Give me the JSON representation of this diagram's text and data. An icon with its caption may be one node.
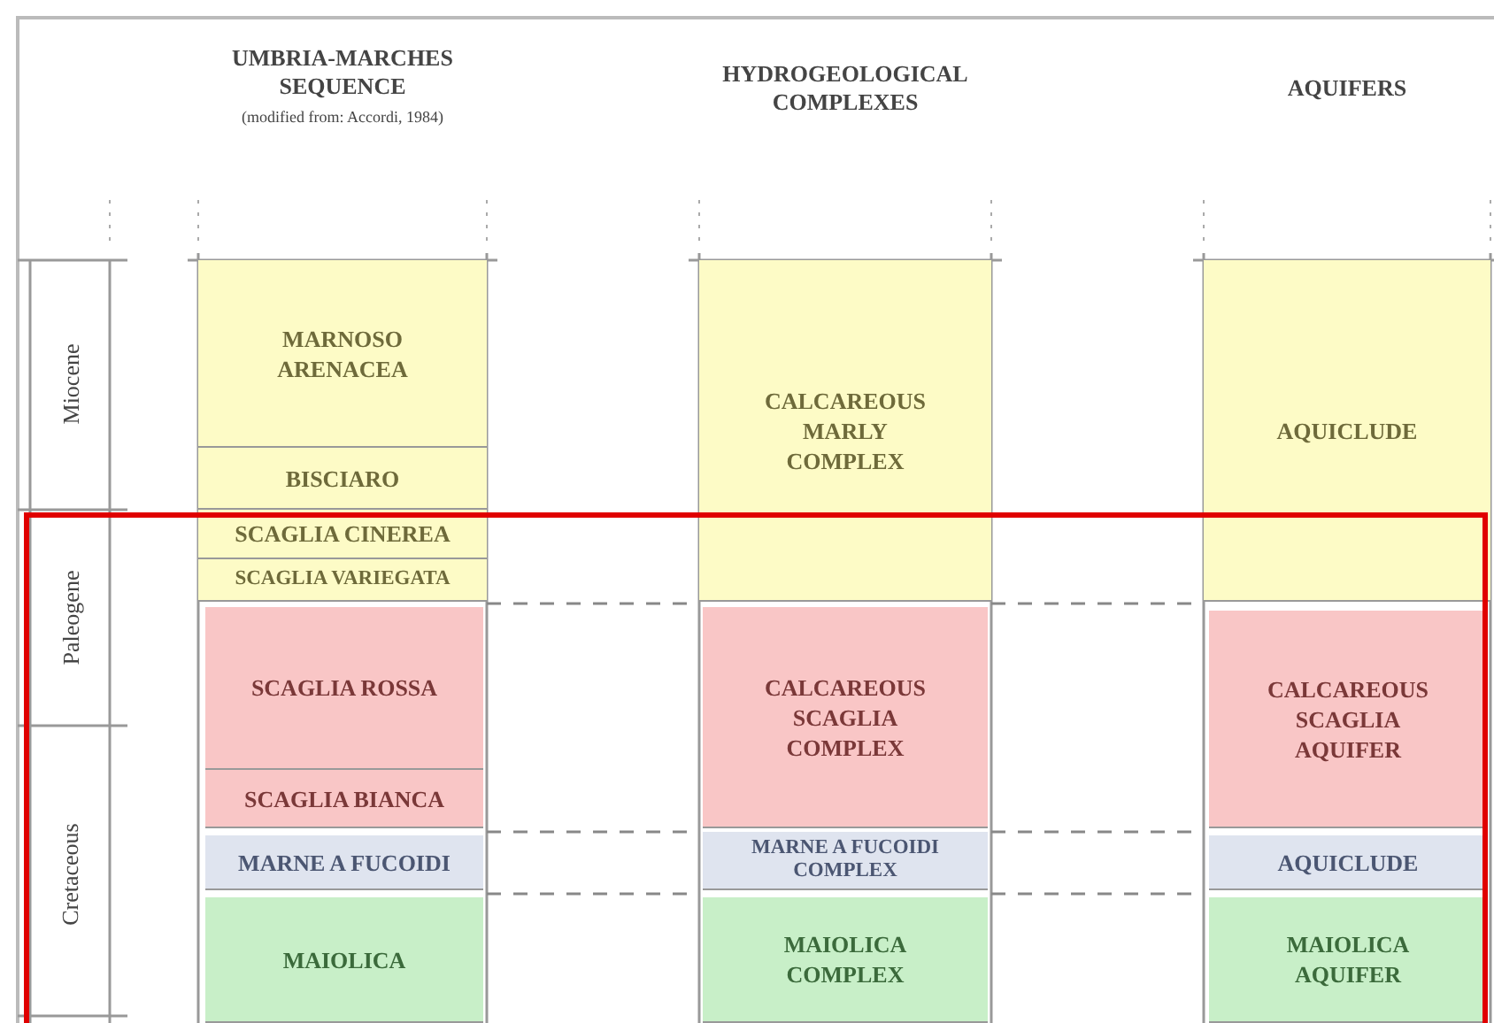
{
  "diagram": {
    "nodes": [
      {
        "text": [
          "MARNOSO ARENACEA"
        ]
      },
      {
        "text": [
          "BISCIARO"
        ]
      },
      {
        "text": [
          "SCAGLIA CINEREA"
        ]
      },
      {
        "text": [
          "SCAGLIA VARIEGATA"
        ]
      },
      {
        "text": [
          "SCAGLIA ROSSA"
        ]
      },
      {
        "text": [
          "SCAGLIA BIANCA"
        ]
      },
      {
        "text": [
          "MARNE A FUCOIDI"
        ]
      },
      {
        "text": [
          "MAIOLICA"
        ]
      },
      {
        "text": [
          "CALCAREOUS MARLY COMPLEX"
        ]
      },
      {
        "text": [
          "CALCAREOUS SCAGLIA COMPLEX"
        ]
      },
      {
        "text": [
          "MARNE A FUCOIDI COMPLEX"
        ]
      },
      {
        "text": [
          "MAIOLICA COMPLEX"
        ]
      },
      {
        "text": [
          "AQUICLUDE"
        ]
      },
      {
        "text": [
          "CALCAREOUS SCAGLIA AQUIFER"
        ]
      },
      {
        "text": [
          "AQUICLUDE"
        ]
      },
      {
        "text": [
          "MAIOLICA AQUIFER"
        ]
      }
    ],
    "labels": [
      "UMBRIA-MARCHES SEQUENCE",
      "(modified from: Accordi, 1984)",
      "HYDROGEOLOGICAL COMPLEXES",
      "AQUIFERS",
      "Miocene",
      "Paleogene",
      "Cretaceous"
    ]
  }
}
